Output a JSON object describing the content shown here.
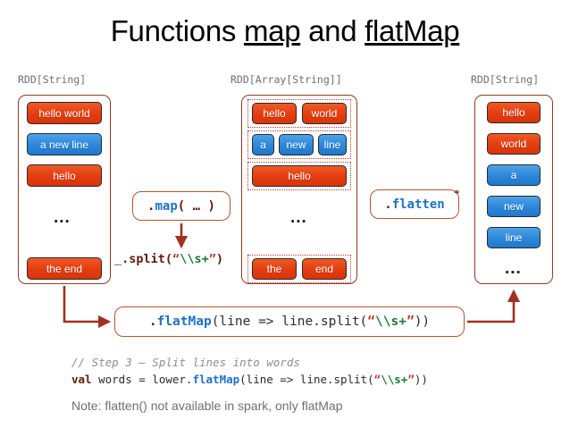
{
  "slide": {
    "title_prefix": "Functions ",
    "title_word1": "map",
    "title_middle": " and ",
    "title_word2": "flatMap"
  },
  "columns": {
    "left": {
      "type_label": "RDD[String]",
      "chips": [
        {
          "text": "hello world",
          "color": "red"
        },
        {
          "text": "a new line",
          "color": "blue"
        },
        {
          "text": "hello",
          "color": "red"
        },
        {
          "text": "the end",
          "color": "red"
        }
      ],
      "ellipsis": "..."
    },
    "middle": {
      "type_label": "RDD[Array[String]]",
      "groups": [
        {
          "chips": [
            {
              "text": "hello",
              "color": "red"
            },
            {
              "text": "world",
              "color": "red"
            }
          ]
        },
        {
          "chips": [
            {
              "text": "a",
              "color": "blue"
            },
            {
              "text": "new",
              "color": "blue"
            },
            {
              "text": "line",
              "color": "blue"
            }
          ]
        },
        {
          "chips": [
            {
              "text": "hello",
              "color": "red"
            }
          ]
        },
        {
          "chips": [
            {
              "text": "the",
              "color": "red"
            },
            {
              "text": "end",
              "color": "red"
            }
          ]
        }
      ],
      "ellipsis": "..."
    },
    "right": {
      "type_label": "RDD[String]",
      "chips": [
        {
          "text": "hello",
          "color": "red"
        },
        {
          "text": "world",
          "color": "red"
        },
        {
          "text": "a",
          "color": "blue"
        },
        {
          "text": "new",
          "color": "blue"
        },
        {
          "text": "line",
          "color": "blue"
        }
      ],
      "ellipsis": "..."
    }
  },
  "callouts": {
    "map": {
      "dot": ".",
      "name": "map",
      "args": "( … )"
    },
    "flatten": {
      "dot": ".",
      "name": "flatten",
      "star": "*"
    },
    "flatmap": {
      "dot": ".",
      "name": "flatMap",
      "open": "(line => line.split(",
      "quote_open": "“",
      "regex": "\\\\s+",
      "quote_close": "”",
      "close": "))"
    }
  },
  "split_annotation": {
    "underscore": "_",
    "method": ".split(",
    "quote_open": "“",
    "regex": "\\\\s+",
    "quote_close": "”",
    "close": ")"
  },
  "code_block": {
    "comment": "// Step 3 – Split lines into words",
    "keyword": "val",
    "binding": " words  = lower.",
    "method": "flatMap",
    "open": "(line => line.split(",
    "quote_open": "“",
    "regex": "\\\\s+",
    "quote_close": "”",
    "close": "))"
  },
  "note": {
    "text": "Note: flatten() not available in spark, only flatMap"
  },
  "colors": {
    "red_chip": "#e33c10",
    "blue_chip": "#2c86d8",
    "frame_border": "#8e3b28",
    "arrow": "#a03020",
    "callout_border": "#b65330",
    "code_blue": "#1d72c4",
    "code_green": "#1e7a3c",
    "code_quote_red": "#c0392b",
    "label_grey": "#6e6e6e"
  }
}
